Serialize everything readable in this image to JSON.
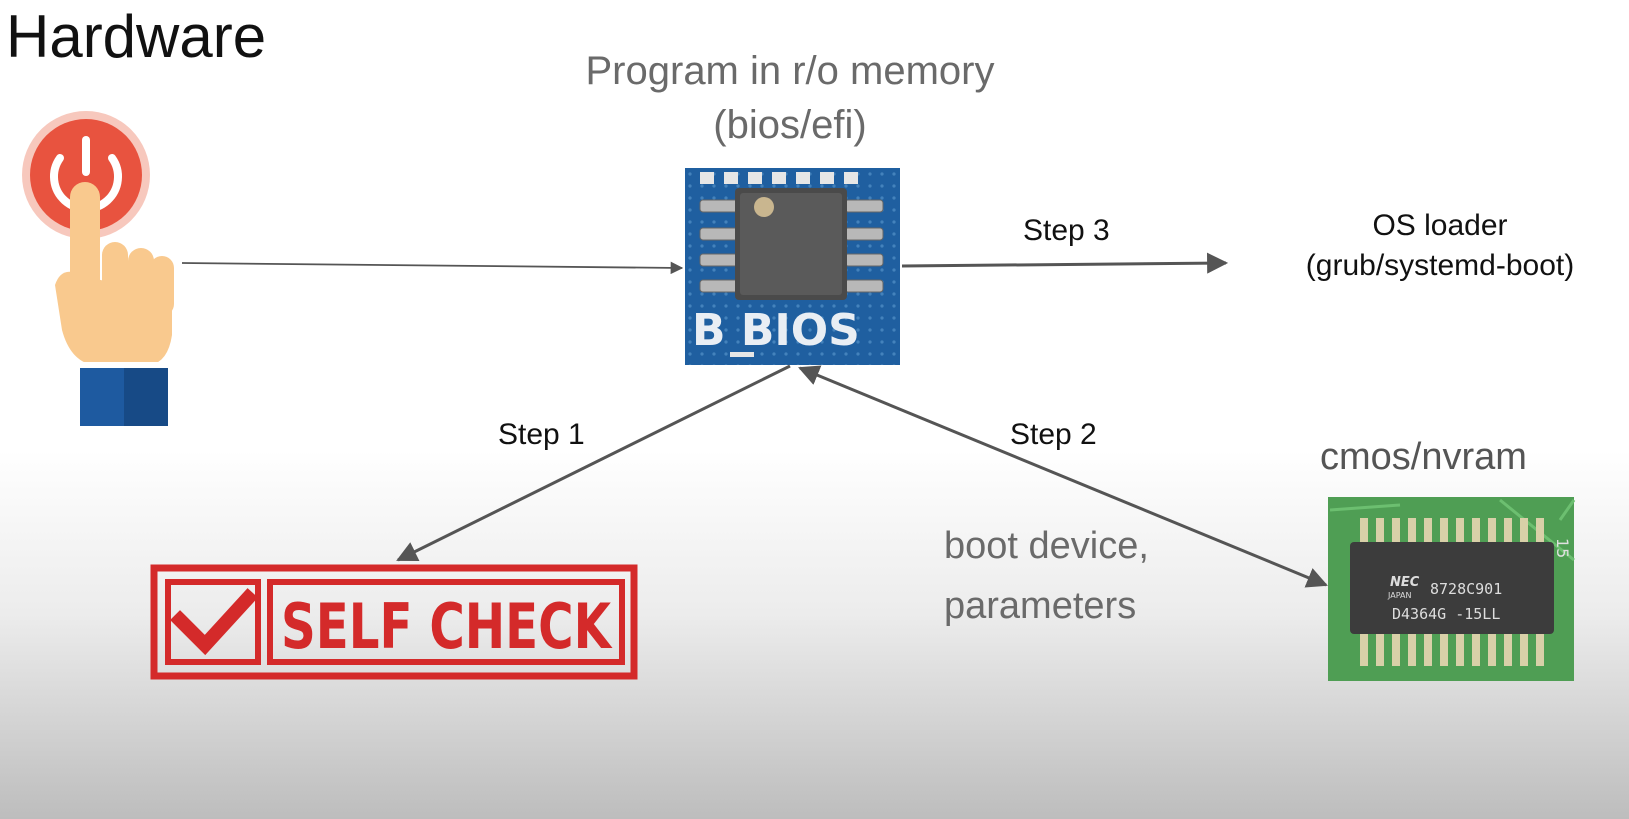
{
  "title": "Hardware",
  "bios_chip": {
    "title_line1": "Program in r/o memory",
    "title_line2": "(bios/efi)",
    "board_label": "B BIOS"
  },
  "steps": {
    "step1": "Step 1",
    "step2": "Step 2",
    "step3": "Step 3"
  },
  "os_loader": {
    "line1": "OS loader",
    "line2": "(grub/systemd-boot)"
  },
  "self_check": {
    "label": "SELF CHECK"
  },
  "cmos": {
    "label": "cmos/nvram",
    "chip_line1": "NEC",
    "chip_line2": "JAPAN",
    "chip_line3": "8728C901",
    "chip_line4": "D4364G -15LL",
    "board_mark": "15"
  },
  "boot_params": {
    "line1": "boot device,",
    "line2": "parameters"
  },
  "colors": {
    "power_red": "#e8533f",
    "stamp_red": "#d42a2a",
    "pcb_blue": "#1f5fa0",
    "pcb_green": "#4f9e54",
    "arrow": "#555555"
  },
  "icons": [
    "power-button-icon",
    "hand-icon",
    "checkmark-icon"
  ]
}
